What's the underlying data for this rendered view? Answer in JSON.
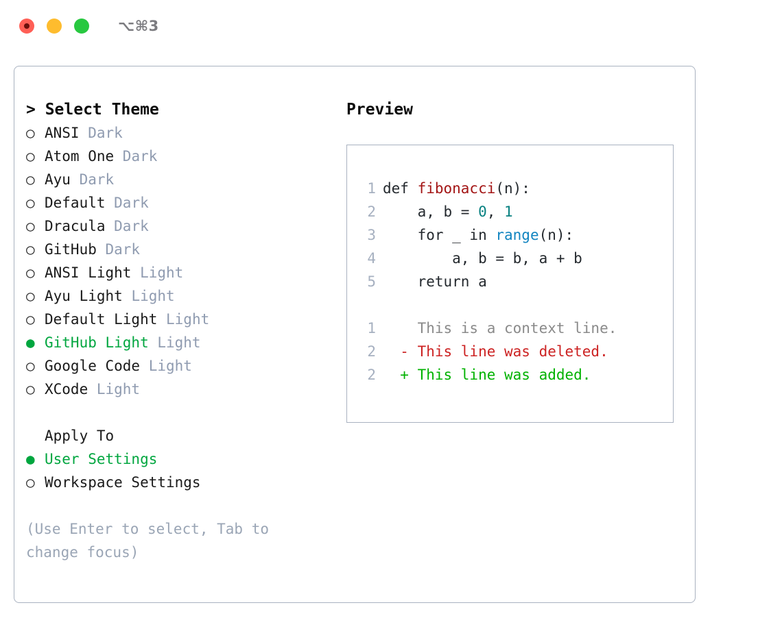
{
  "window": {
    "title": "⌥⌘3",
    "traffic_lights": [
      {
        "name": "close",
        "color": "#ff5f56"
      },
      {
        "name": "minimize",
        "color": "#febc2e"
      },
      {
        "name": "maximize",
        "color": "#28c840"
      }
    ]
  },
  "theme_picker": {
    "heading": "> Select Theme",
    "marker_unselected": "○",
    "marker_selected": "●",
    "options": [
      {
        "name": "ANSI",
        "badge": "Dark",
        "selected": false
      },
      {
        "name": "Atom One",
        "badge": "Dark",
        "selected": false
      },
      {
        "name": "Ayu",
        "badge": "Dark",
        "selected": false
      },
      {
        "name": "Default",
        "badge": "Dark",
        "selected": false
      },
      {
        "name": "Dracula",
        "badge": "Dark",
        "selected": false
      },
      {
        "name": "GitHub",
        "badge": "Dark",
        "selected": false
      },
      {
        "name": "ANSI Light",
        "badge": "Light",
        "selected": false
      },
      {
        "name": "Ayu Light",
        "badge": "Light",
        "selected": false
      },
      {
        "name": "Default Light",
        "badge": "Light",
        "selected": false
      },
      {
        "name": "GitHub Light",
        "badge": "Light",
        "selected": true
      },
      {
        "name": "Google Code",
        "badge": "Light",
        "selected": false
      },
      {
        "name": "XCode",
        "badge": "Light",
        "selected": false
      }
    ]
  },
  "apply_to": {
    "heading": "Apply To",
    "options": [
      {
        "name": "User Settings",
        "selected": true
      },
      {
        "name": "Workspace Settings",
        "selected": false
      }
    ]
  },
  "hint": "(Use Enter to select, Tab to change focus)",
  "preview": {
    "heading": "Preview",
    "code_lines": [
      {
        "num": "1",
        "tokens": [
          {
            "t": "def ",
            "k": "plain"
          },
          {
            "t": "fibonacci",
            "k": "fn"
          },
          {
            "t": "(n):",
            "k": "plain"
          }
        ]
      },
      {
        "num": "2",
        "tokens": [
          {
            "t": "    a, b = ",
            "k": "plain"
          },
          {
            "t": "0",
            "k": "num"
          },
          {
            "t": ", ",
            "k": "plain"
          },
          {
            "t": "1",
            "k": "num"
          }
        ]
      },
      {
        "num": "3",
        "tokens": [
          {
            "t": "    for _ in ",
            "k": "plain"
          },
          {
            "t": "range",
            "k": "call"
          },
          {
            "t": "(n):",
            "k": "plain"
          }
        ]
      },
      {
        "num": "4",
        "tokens": [
          {
            "t": "        a, b = b, a + b",
            "k": "plain"
          }
        ]
      },
      {
        "num": "5",
        "tokens": [
          {
            "t": "    return a",
            "k": "plain"
          }
        ]
      }
    ],
    "diff_lines": [
      {
        "num": "1",
        "sign": "  ",
        "text": "This is a context line.",
        "kind": "ctx"
      },
      {
        "num": "2",
        "sign": "- ",
        "text": "This line was deleted.",
        "kind": "del"
      },
      {
        "num": "2",
        "sign": "+ ",
        "text": "This line was added.",
        "kind": "add"
      }
    ]
  },
  "colors": {
    "accent_green": "#00a63f",
    "badge_gray": "#8f9bb0",
    "border": "#a9b2c0",
    "line_number": "#a6b0c0",
    "diff_add": "#00b200",
    "diff_del": "#cc2222",
    "diff_ctx": "#8a8a8a",
    "syntax_function": "#a31515",
    "syntax_number": "#078080",
    "syntax_call": "#1184c0"
  }
}
